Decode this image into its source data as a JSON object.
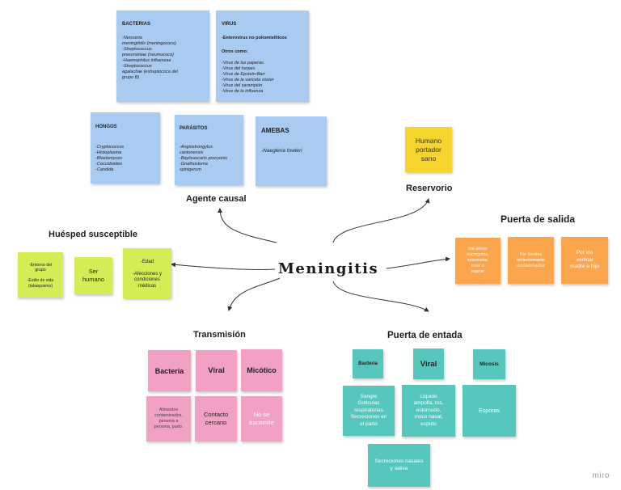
{
  "central": "Meningitis",
  "agente": {
    "title": "Agente causal",
    "bacterias": {
      "head": "BACTERIAS",
      "body": "-Neisseria\nmeningitidis (meningococo)\n-Streptococcus\npneumoniae (neumococo)\n-Haemophilus influenzae\n-Streptococcus\nagalactiae (estreptococo del\ngrupo B)"
    },
    "virus": {
      "head": "VIRUS",
      "line1": "-Enterovirus no poliomielíticos",
      "line2": "Otros como:",
      "body": "-Virus de las paperas\n-Virus del herpes\n-Virus de Epstein-Barr\n-Virus de la varicela zóster\n-Virus del sarampión\n-Virus de la influenza"
    },
    "hongos": {
      "head": "HONGOS",
      "body": "-Cryptococcus\n-Histoplasma\n-Blastomyces\n-Coccidioides\n-Candida"
    },
    "parasitos": {
      "head": "PARÁSITOS",
      "body": "-Angiostrongylus\ncantonensis\n-Baylisascaris procyonis\n-Gnathostoma\nspinigerum"
    },
    "amebas": {
      "head": "AMEBAS",
      "body": "-Naegleria fowleri"
    }
  },
  "reservorio": {
    "title": "Reservorio",
    "note": "Humano\nportador\nsano"
  },
  "salida": {
    "title": "Puerta de salida",
    "notes": [
      "Vía aérea:\nmicrogotas,\nestornudar,\ntoser o\nespirar",
      "Por fomites\nrecientemente\ncontaminados",
      "Por vía\nvertical\nmadre e hijo"
    ]
  },
  "huesped": {
    "title": "Huésped susceptible",
    "notes": [
      "-Entorno del\ngrupo\n\n-Estilo de vida\n(tabaquismo)",
      "Ser\nhumano",
      "-Edad\n\n-Afecciones y\ncondiciones\nmédicas"
    ]
  },
  "transmision": {
    "title": "Transmisión",
    "heads": [
      "Bacteria",
      "Viral",
      "Micótico"
    ],
    "notes": [
      "Alimentos\ncontaminados,\npersona a\npersona, parto.",
      "Contacto\ncercano",
      "No se\ntransmite"
    ]
  },
  "entrada": {
    "title": "Puerta de entada",
    "heads": [
      "Bacteria",
      "Viral",
      "Micosis"
    ],
    "notes": [
      "Sangre\nGoticulas\nrespiratorias\nSecreciones en\nel parto",
      "Líquido\nampolla, tos,\nestornudo,\nmoco nasal,\nesputo",
      "Esporas"
    ],
    "extra": "Secreciones nasales\ny saliva"
  },
  "brand": "miro",
  "colors": {
    "blue": "#a9cbf2",
    "yellow": "#f5d42e",
    "orange": "#fba64c",
    "green": "#d6ec54",
    "pink": "#f2a0c4",
    "teal": "#56c7bc"
  }
}
